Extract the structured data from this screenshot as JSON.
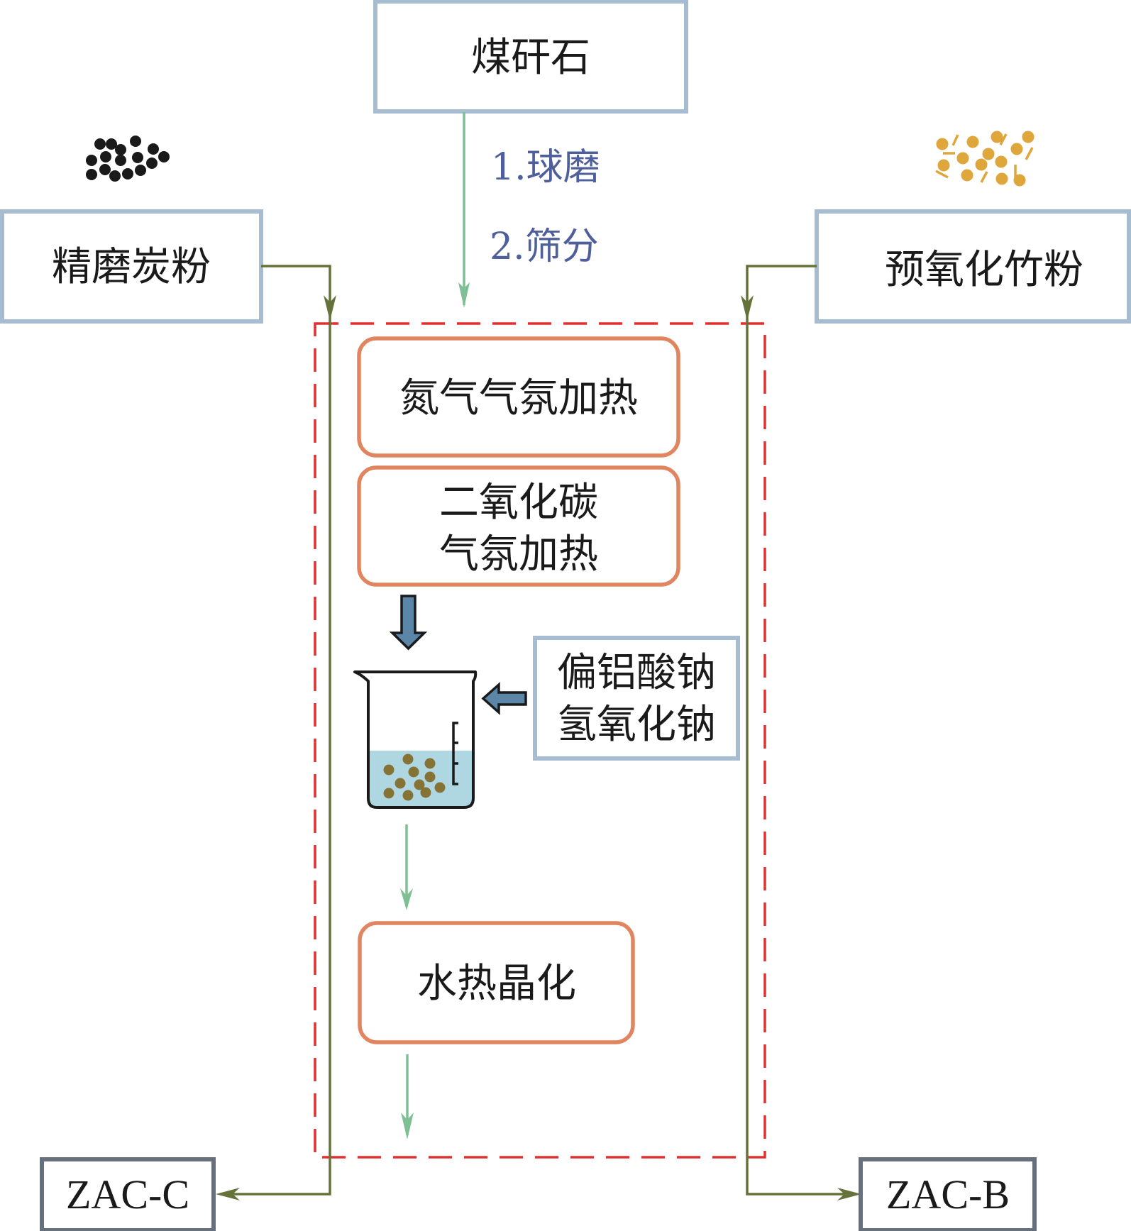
{
  "title": "Coal gangue based zeolite / activated carbon composite preparation flow",
  "colors": {
    "input_box_border": "#a7bcd0",
    "output_box_border": "#67707d",
    "process_box_border": "#e0855f",
    "dashed_region": "#e03030",
    "olive_line": "#65733a",
    "green_arrow": "#7fbf94",
    "blue_arrow": "#5b86a8",
    "step_text": "#4f5f9c",
    "carbon_particles": "#1a1a1a",
    "bamboo_particles": "#dea63b",
    "beaker_liquid": "#afd7e2",
    "beaker_particles": "#857335"
  },
  "inputs": {
    "top": "煤矸石",
    "left": "精磨炭粉",
    "right": "预氧化竹粉"
  },
  "pretreatment_steps": [
    "1.球磨",
    "2.筛分"
  ],
  "process": {
    "step1": "氮气气氛加热",
    "step2_line1": "二氧化碳",
    "step2_line2": "气氛加热",
    "reagents_line1": "偏铝酸钠",
    "reagents_line2": "氢氧化钠",
    "step3": "水热晶化"
  },
  "outputs": {
    "left": "ZAC-C",
    "right": "ZAC-B"
  },
  "icons": {
    "left_particles": "carbon-powder-particles-icon",
    "right_particles": "bamboo-powder-particles-icon",
    "beaker": "beaker-with-particles-icon"
  }
}
